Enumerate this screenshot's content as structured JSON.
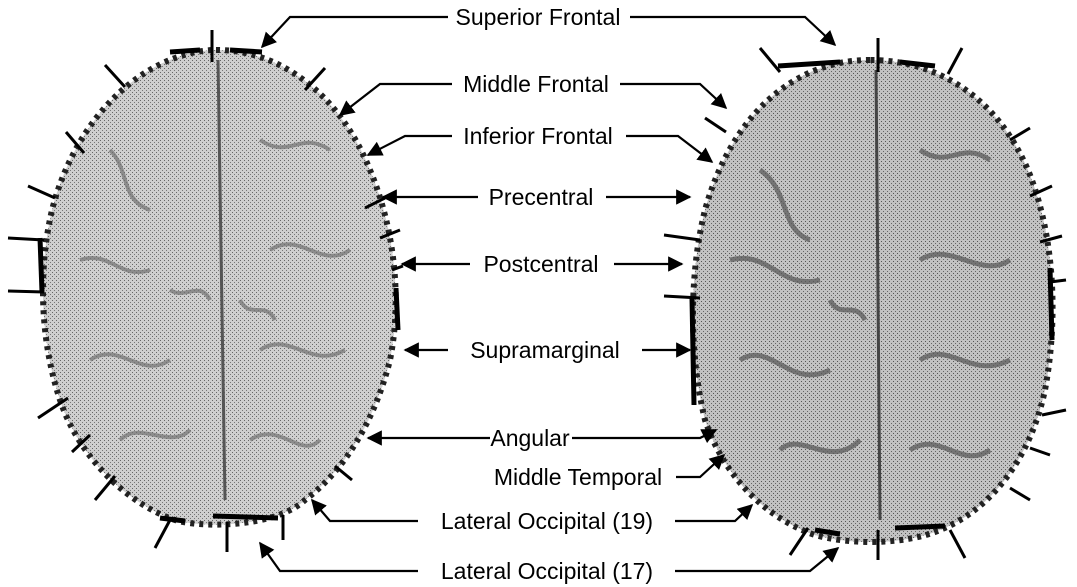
{
  "labels": {
    "superior_frontal": "Superior Frontal",
    "middle_frontal": "Middle Frontal",
    "inferior_frontal": "Inferior Frontal",
    "precentral": "Precentral",
    "postcentral": "Postcentral",
    "supramarginal": "Supramarginal",
    "angular": "Angular",
    "middle_temporal": "Middle Temporal",
    "lateral_occipital_19": "Lateral Occipital (19)",
    "lateral_occipital_17": "Lateral Occipital (17)"
  },
  "colors": {
    "ink": "#000000",
    "brain_light": "#bdbdbd",
    "brain_dark": "#8a8a8a",
    "background": "#ffffff"
  }
}
